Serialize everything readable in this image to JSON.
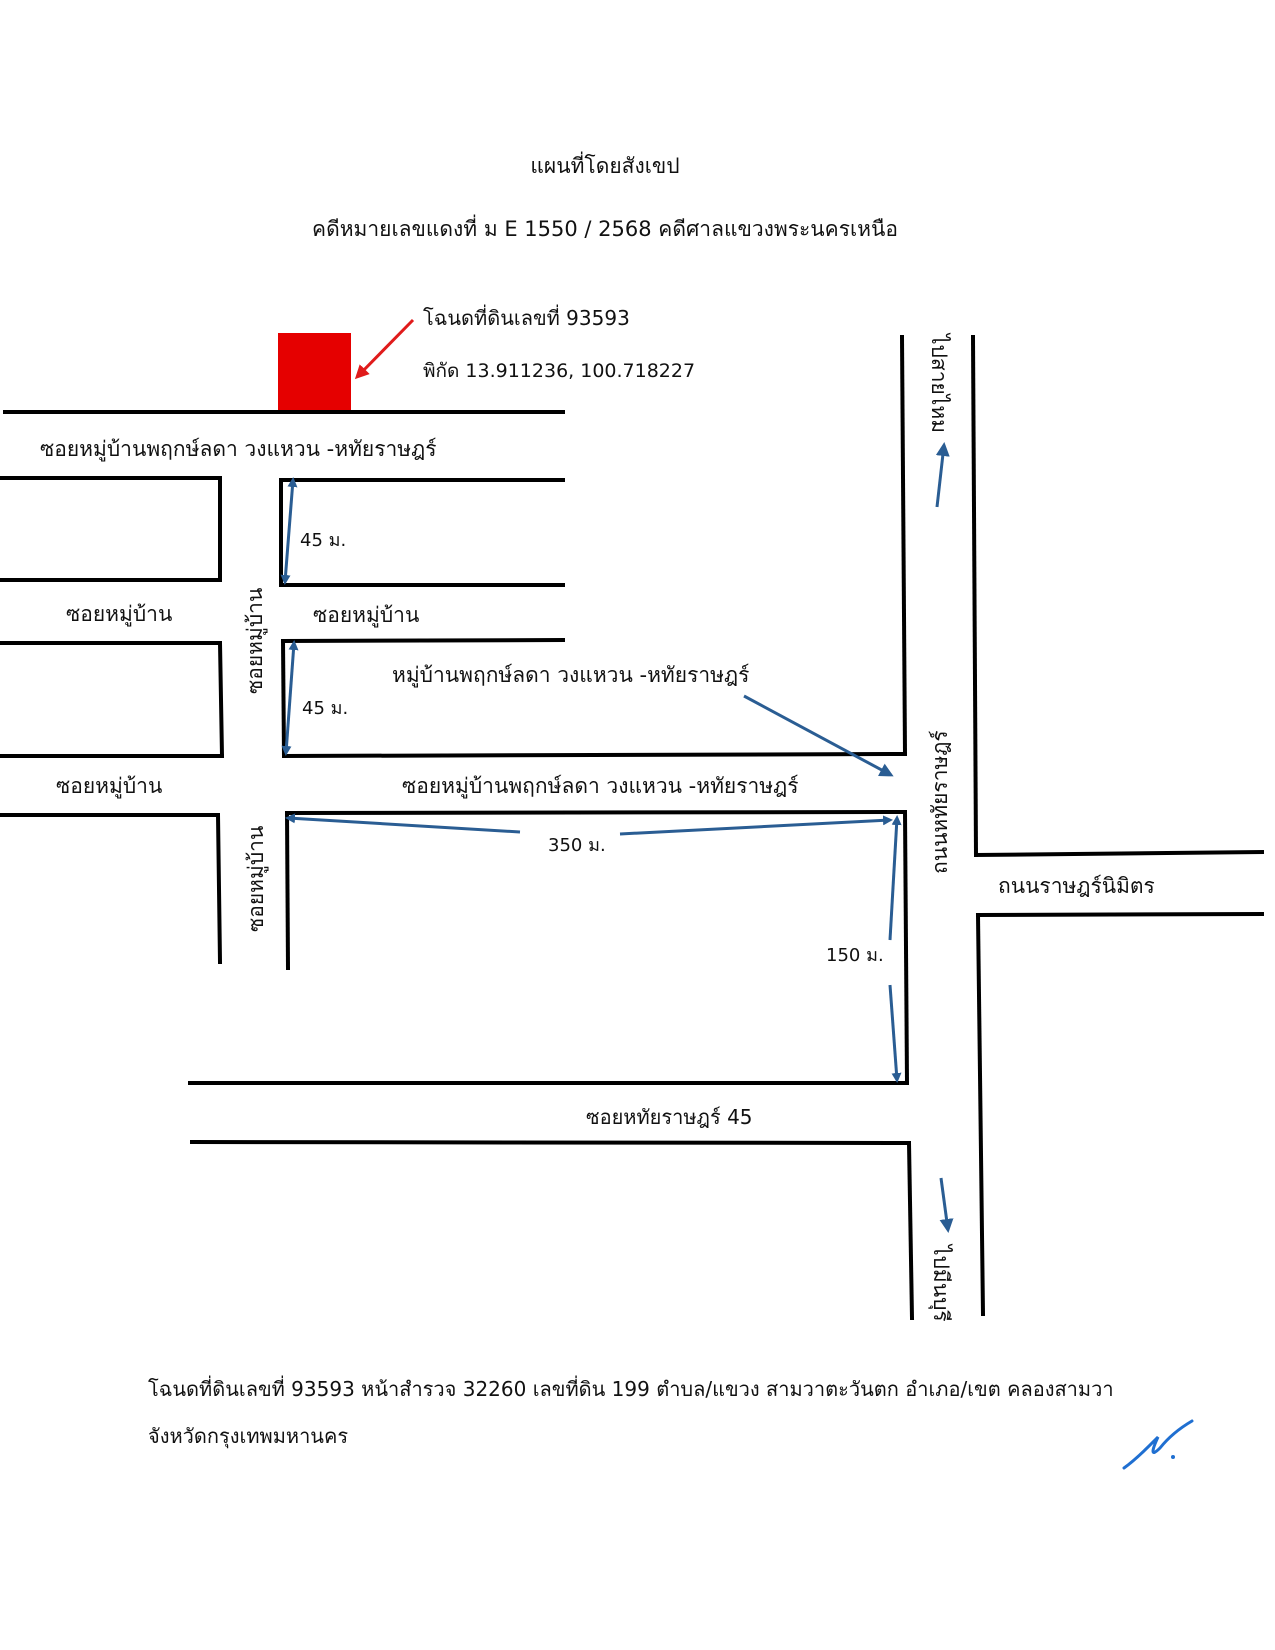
{
  "title": "แผนที่โดยสังเขป",
  "case_line": "คดีหมายเลขแดงที่ ม E 1550 / 2568  คดีศาลแขวงพระนครเหนือ",
  "plot": {
    "label": "โฉนดที่ดินเลขที่  93593",
    "coords": "พิกัด 13.911236, 100.718227",
    "color": "#e50000"
  },
  "roads": {
    "top_soi": "ซอยหมู่บ้านพฤกษ์ลดา วงแหวน -หทัยราษฎร์",
    "soi_left_1": "ซอยหมู่บ้าน",
    "soi_right_1": "ซอยหมู่บ้าน",
    "soi_left_2": "ซอยหมู่บ้าน",
    "vertical_soi_upper": "ซอยหมู่บ้าน",
    "vertical_soi_lower": "ซอยหมู่บ้าน",
    "village": "หมู่บ้านพฤกษ์ลดา วงแหวน -หทัยราษฎร์",
    "main_soi": "ซอยหมู่บ้านพฤกษ์ลดา วงแหวน -หทัยราษฎร์",
    "soi_45": "ซอยหทัยราษฎร์ 45",
    "thanon_hathai": "ถนนหทัยราษฎร์",
    "thanon_ratnimit": "ถนนราษฎร์นิมิตร",
    "to_north": "ไปสายไหม",
    "to_south": "ไปมีนบุรี"
  },
  "measurements": {
    "m1": "45 ม.",
    "m2": "45 ม.",
    "m3": "350 ม.",
    "m4": "150 ม."
  },
  "footer": {
    "line1": "โฉนดที่ดินเลขที่  93593  หน้าสำรวจ  32260  เลขที่ดิน  199  ตำบล/แขวง สามวาตะวันตก  อำเภอ/เขต คลองสามวา",
    "line2": "จังหวัดกรุงเทพมหานคร"
  },
  "colors": {
    "arrow_red": "#e01b1b",
    "arrow_blue": "#2a5d93",
    "signature": "#1f6fd1"
  }
}
